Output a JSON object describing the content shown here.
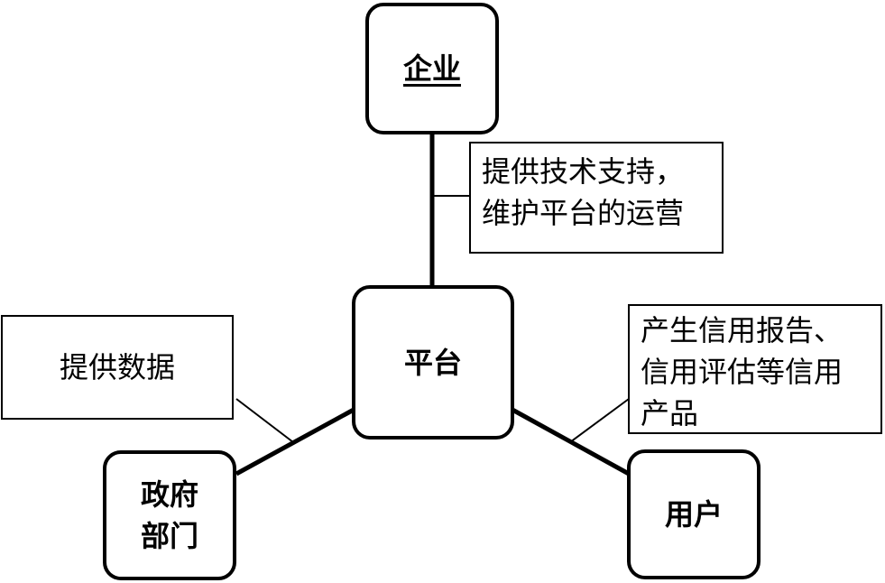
{
  "nodes": {
    "enterprise": "企业",
    "platform": "平台",
    "government": [
      "政府",
      "部门"
    ],
    "user": "用户"
  },
  "notes": {
    "enterprise": [
      "提供技术支持，",
      "维护平台的运营"
    ],
    "government": [
      "提供数据"
    ],
    "user": [
      "产生信用报告、",
      "信用评估等信用",
      "产品"
    ]
  }
}
